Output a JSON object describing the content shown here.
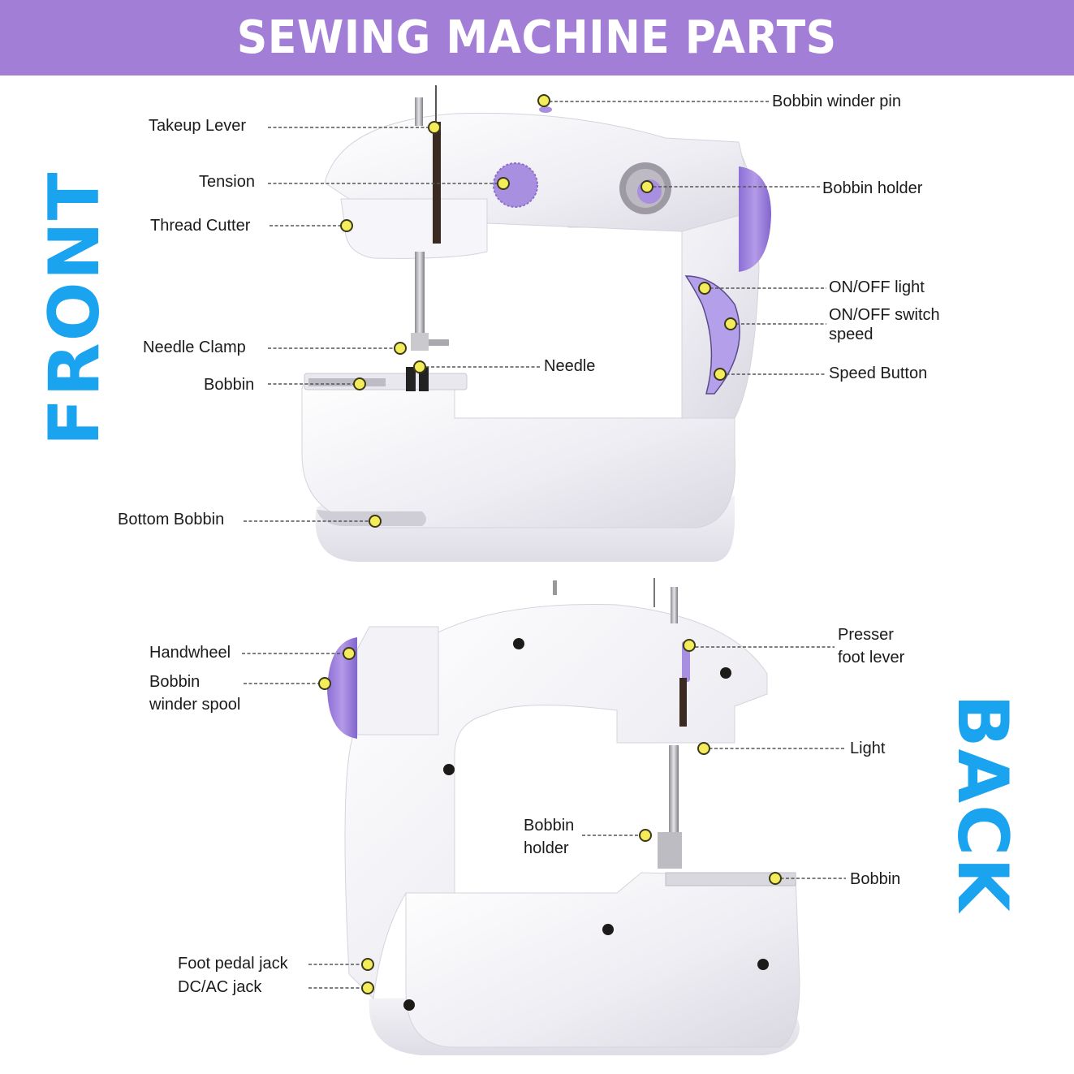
{
  "header": {
    "title": "SEWING MACHINE PARTS",
    "background": "#a27ed6",
    "text_color": "#ffffff"
  },
  "views": {
    "front": {
      "side_label": "FRONT",
      "side_label_color": "#1aa3ef",
      "callouts": [
        {
          "id": "takeup-lever",
          "label": "Takeup Lever"
        },
        {
          "id": "tension",
          "label": "Tension"
        },
        {
          "id": "thread-cutter",
          "label": "Thread Cutter"
        },
        {
          "id": "needle-clamp",
          "label": "Needle Clamp"
        },
        {
          "id": "bobbin",
          "label": "Bobbin"
        },
        {
          "id": "bottom-bobbin",
          "label": "Bottom Bobbin"
        },
        {
          "id": "needle",
          "label": "Needle"
        },
        {
          "id": "bobbin-winder-pin",
          "label": "Bobbin winder pin"
        },
        {
          "id": "bobbin-holder",
          "label": "Bobbin holder"
        },
        {
          "id": "on-off-light",
          "label": "ON/OFF light"
        },
        {
          "id": "on-off-switch-speed",
          "label": "ON/OFF switch\nspeed",
          "lines": [
            "ON/OFF switch",
            "speed"
          ]
        },
        {
          "id": "speed-button",
          "label": "Speed Button"
        }
      ]
    },
    "back": {
      "side_label": "BACK",
      "side_label_color": "#1aa3ef",
      "callouts": [
        {
          "id": "handwheel",
          "label": "Handwheel"
        },
        {
          "id": "bobbin-winder-spool",
          "label": "Bobbin winder spool",
          "lines": [
            "Bobbin",
            "winder spool"
          ]
        },
        {
          "id": "foot-pedal-jack",
          "label": "Foot pedal jack"
        },
        {
          "id": "dc-ac-jack",
          "label": "DC/AC jack"
        },
        {
          "id": "presser-foot-lever",
          "label": "Presser foot lever",
          "lines": [
            "Presser",
            "foot lever"
          ]
        },
        {
          "id": "light",
          "label": "Light"
        },
        {
          "id": "bobbin-holder",
          "label": "Bobbin holder",
          "lines": [
            "Bobbin",
            "holder"
          ]
        },
        {
          "id": "bobbin",
          "label": "Bobbin"
        }
      ]
    }
  },
  "colors": {
    "marker_fill": "#f4ec5a",
    "marker_stroke": "#3a3a1a",
    "leader_line": "#555555",
    "machine_body": "#f1f0f5",
    "machine_shadow": "#dcdae3",
    "accent_purple": "#a98fe0"
  }
}
